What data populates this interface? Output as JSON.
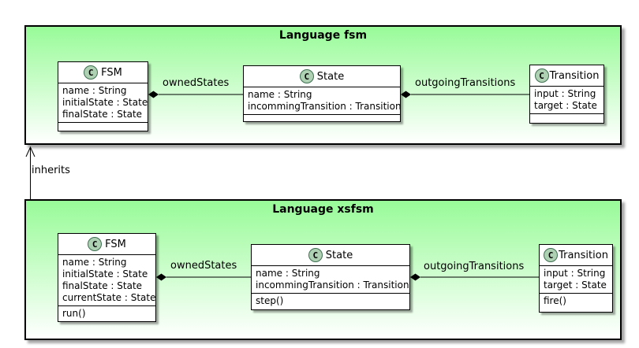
{
  "diagram": {
    "packages": [
      {
        "title": "Language fsm",
        "classes": [
          {
            "stereotype_letter": "C",
            "name": "FSM",
            "attributes": [
              "name : String",
              "initialState : State",
              "finalState : State"
            ],
            "methods": []
          },
          {
            "stereotype_letter": "C",
            "name": "State",
            "attributes": [
              "name : String",
              "incommingTransition : Transition"
            ],
            "methods": []
          },
          {
            "stereotype_letter": "C",
            "name": "Transition",
            "attributes": [
              "input : String",
              "target : State"
            ],
            "methods": []
          }
        ]
      },
      {
        "title": "Language xsfsm",
        "classes": [
          {
            "stereotype_letter": "C",
            "name": "FSM",
            "attributes": [
              "name : String",
              "initialState : State",
              "finalState : State",
              "currentState : State"
            ],
            "methods": [
              "run()"
            ]
          },
          {
            "stereotype_letter": "C",
            "name": "State",
            "attributes": [
              "name : String",
              "incommingTransition : Transition"
            ],
            "methods": [
              "step()"
            ]
          },
          {
            "stereotype_letter": "C",
            "name": "Transition",
            "attributes": [
              "input : String",
              "target : State"
            ],
            "methods": [
              "fire()"
            ]
          }
        ]
      }
    ],
    "relations": {
      "top_owned_states": "ownedStates",
      "top_outgoing_transitions": "outgoingTransitions",
      "bottom_owned_states": "ownedStates",
      "bottom_outgoing_transitions": "outgoingTransitions",
      "inherits": "inherits"
    },
    "colors": {
      "package_gradient_top": "#98FB98",
      "package_gradient_bottom": "#FFFFFF",
      "class_fill": "#FFFFFF",
      "border": "#000000",
      "icon_fill": "#ADD1B2",
      "icon_border": "#3E6F51"
    }
  }
}
